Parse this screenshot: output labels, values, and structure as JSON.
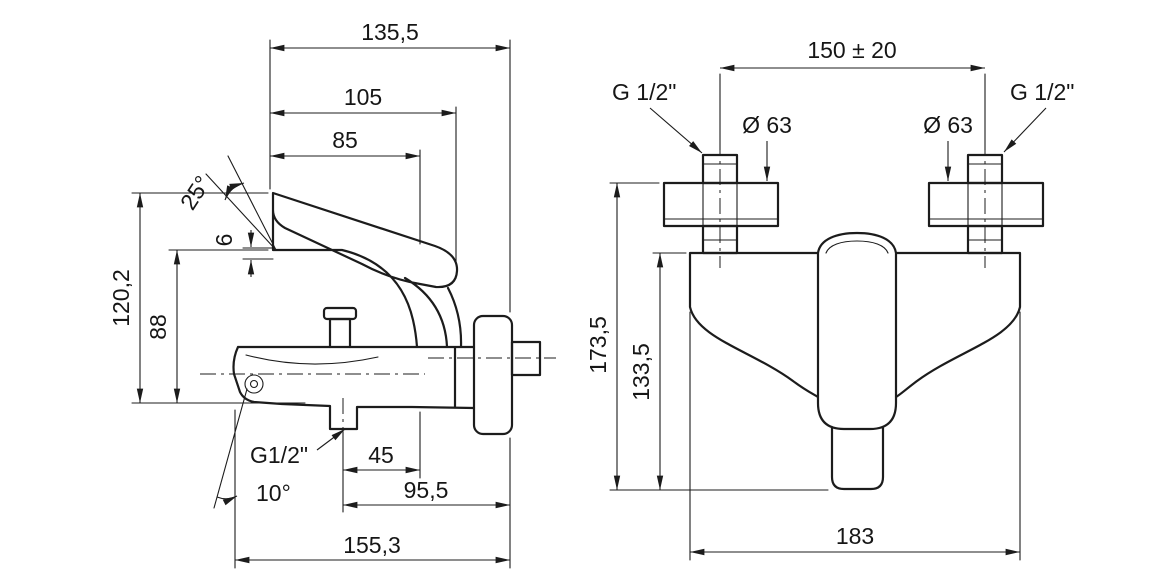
{
  "figure": {
    "side_view": {
      "dim_width_overall_top": "135,5",
      "dim_width_105": "105",
      "dim_width_85": "85",
      "angle_handle": "25°",
      "dim_handle_gap": "6",
      "dim_height_overall": "120,2",
      "dim_height_body": "88",
      "thread_bottom": "G1/2\"",
      "dim_inlet_offset": "45",
      "angle_spout": "10°",
      "dim_depth_to_wall": "95,5",
      "dim_depth_overall": "155,3"
    },
    "front_view": {
      "dim_centers": "150 ± 20",
      "thread_left": "G 1/2\"",
      "thread_right": "G 1/2\"",
      "dia_flange_left": "Ø 63",
      "dia_flange_right": "Ø 63",
      "dim_height_overall": "173,5",
      "dim_height_body": "133,5",
      "dim_width_body": "183"
    }
  }
}
